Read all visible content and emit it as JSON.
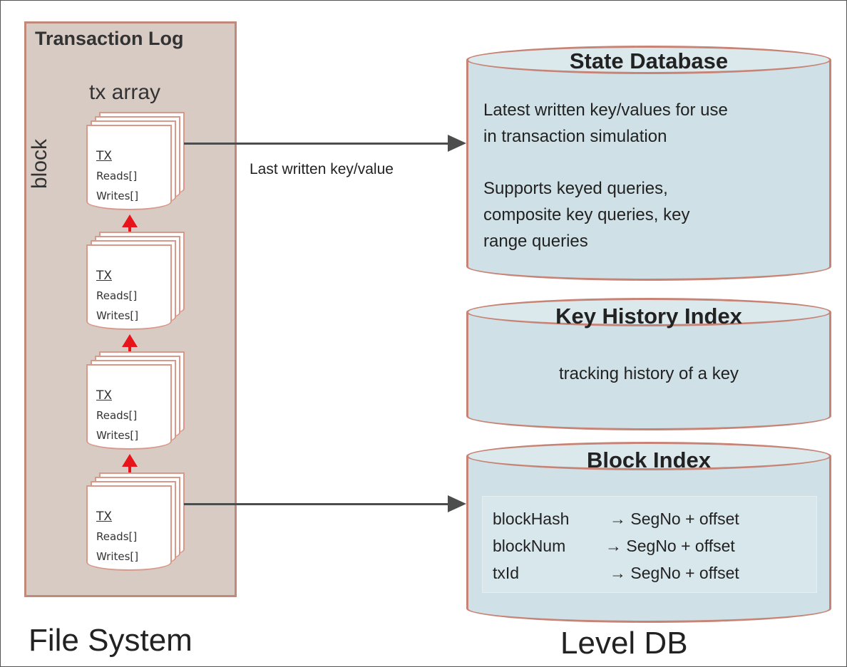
{
  "file_system": {
    "title": "Transaction Log",
    "tx_array_label": "tx array",
    "block_label": "block",
    "footer": "File System",
    "tx_entries": [
      {
        "title": "TX",
        "reads": "Reads[]",
        "writes": "Writes[]"
      },
      {
        "title": "TX",
        "reads": "Reads[]",
        "writes": "Writes[]"
      },
      {
        "title": "TX",
        "reads": "Reads[]",
        "writes": "Writes[]"
      },
      {
        "title": "TX",
        "reads": "Reads[]",
        "writes": "Writes[]"
      }
    ]
  },
  "connector_label": "Last written key/value",
  "level_db": {
    "footer": "Level DB",
    "state_db": {
      "title": "State Database",
      "para1": [
        "Latest written key/values for use",
        "in transaction simulation"
      ],
      "para2": [
        "Supports keyed queries,",
        "composite key queries, key",
        "range queries"
      ]
    },
    "key_history": {
      "title": "Key History Index",
      "text": "tracking history of a key"
    },
    "block_index": {
      "title": "Block Index",
      "rows": [
        {
          "key": "blockHash",
          "value": "→ SegNo + offset"
        },
        {
          "key": "blockNum",
          "value": "→ SegNo + offset"
        },
        {
          "key": "txId",
          "value": "→ SegNo + offset"
        }
      ]
    }
  },
  "colors": {
    "panel_fill": "#d7cbc4",
    "panel_border": "#c08a7a",
    "cylinder_fill": "#cfe1e6",
    "cylinder_border": "#c78375",
    "red_arrow": "#e8141c",
    "connector": "#4d4d4d"
  }
}
